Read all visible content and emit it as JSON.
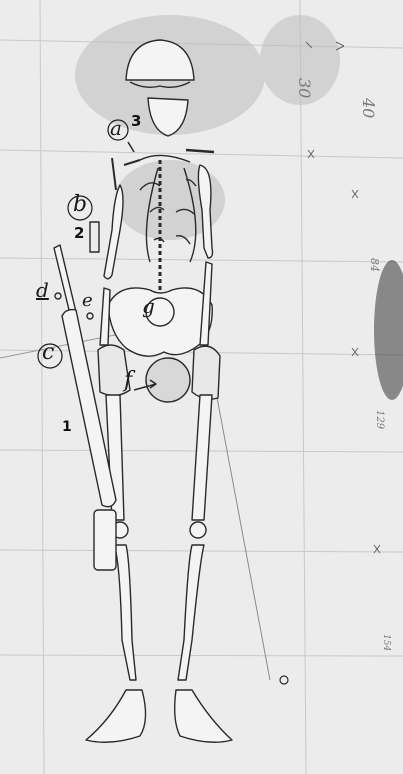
{
  "labels": {
    "a": "a",
    "b": "b",
    "c": "c",
    "d": "d",
    "e": "e",
    "f": "f",
    "g": "g"
  },
  "numbers": {
    "n1": "1",
    "n2": "2",
    "n3": "3"
  },
  "margin_notes": {
    "top_30": "30",
    "top_40": "40",
    "mid_84": "84",
    "mid_129": "129",
    "low_154": "154"
  },
  "colors": {
    "paper": "#ececec",
    "ink": "#1b1b1b",
    "pencil": "#6a6a6a",
    "stain": "#b9b9b9"
  }
}
